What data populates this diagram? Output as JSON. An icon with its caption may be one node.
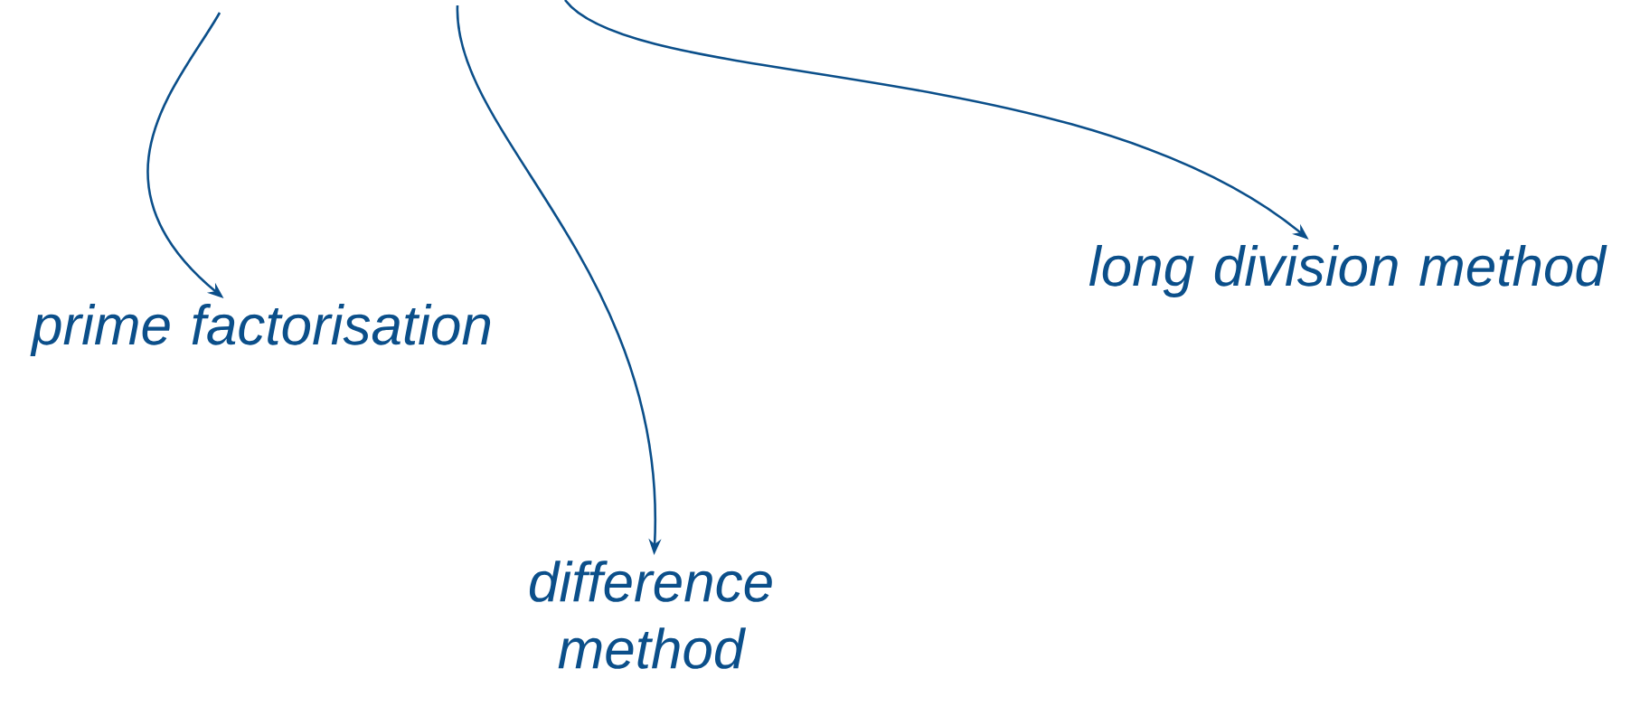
{
  "diagram": {
    "nodes": [
      {
        "text": [
          "prime factorisation"
        ]
      },
      {
        "text": [
          "difference method"
        ]
      },
      {
        "text": [
          "long division method"
        ]
      }
    ],
    "edges": [
      {
        "from": null,
        "to": 0,
        "arrow": "to"
      },
      {
        "from": null,
        "to": 1,
        "arrow": "to"
      },
      {
        "from": null,
        "to": 2,
        "arrow": "to"
      }
    ]
  }
}
